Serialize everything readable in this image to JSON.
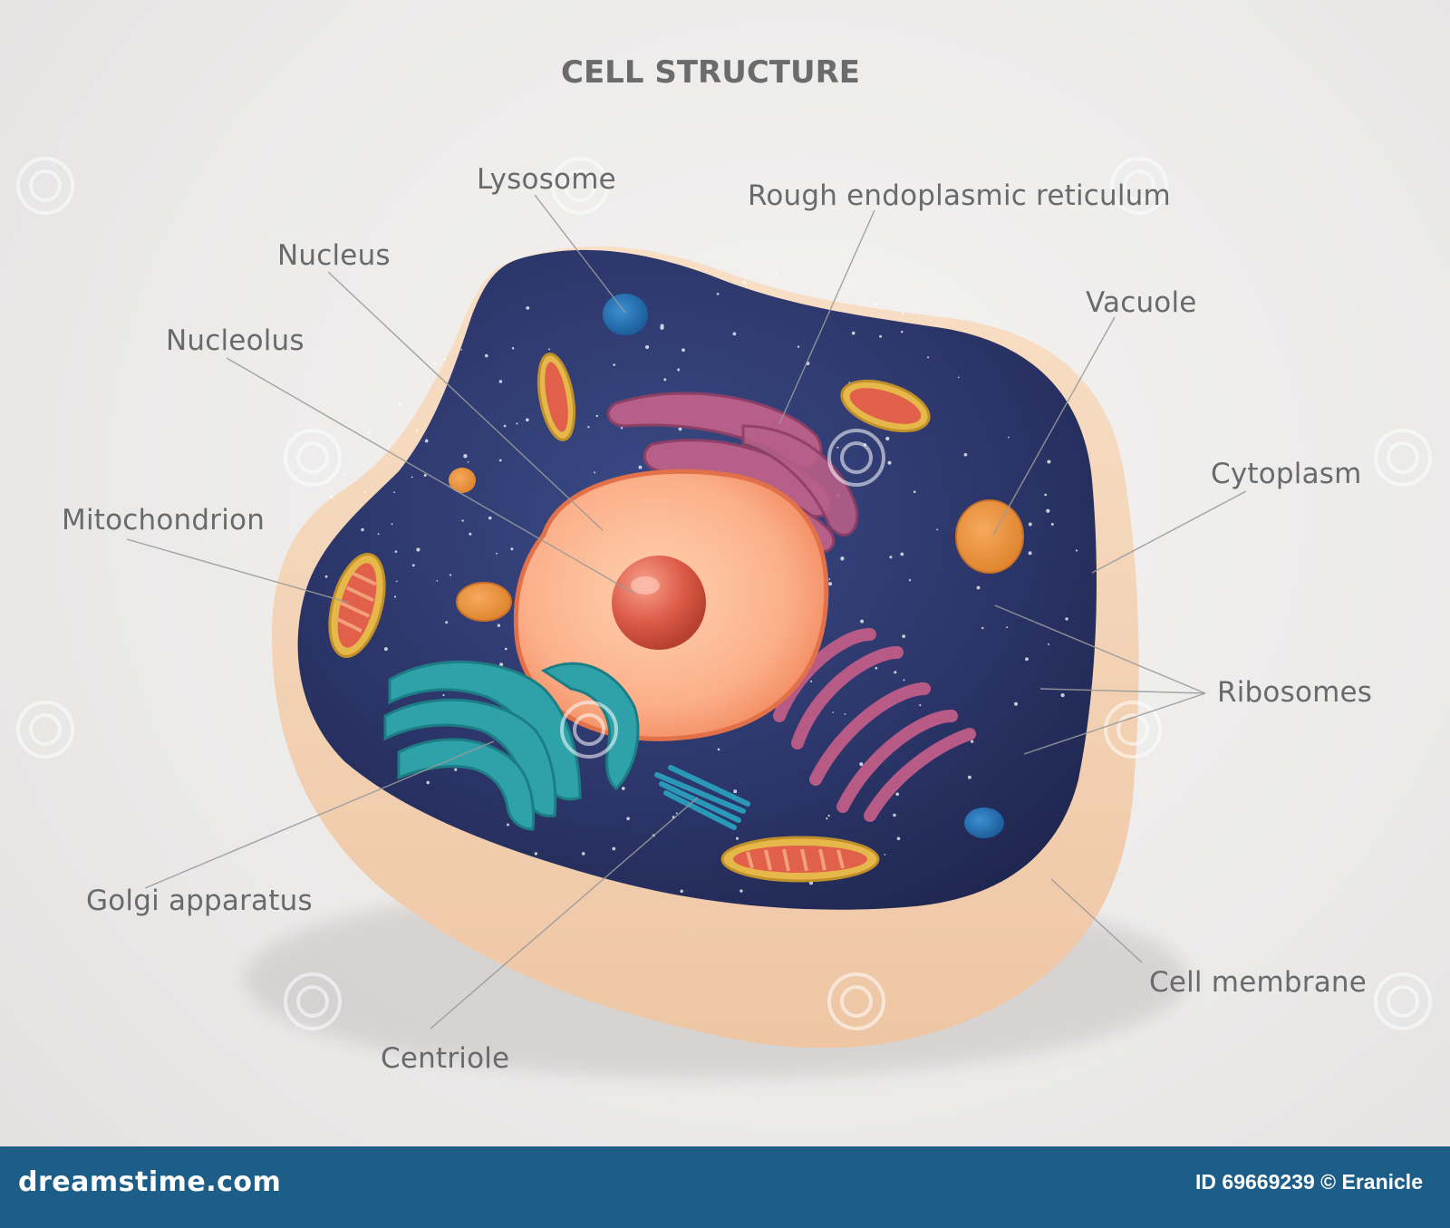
{
  "title": "CELL STRUCTURE",
  "labels": {
    "lysosome": "Lysosome",
    "rough_er": "Rough endoplasmic reticulum",
    "nucleus": "Nucleus",
    "vacuole": "Vacuole",
    "nucleolus": "Nucleolus",
    "cytoplasm": "Cytoplasm",
    "mitochondrion": "Mitochondrion",
    "ribosomes": "Ribosomes",
    "golgi": "Golgi apparatus",
    "cell_membrane": "Cell membrane",
    "centriole": "Centriole"
  },
  "watermark": "dreamstime",
  "footer": {
    "brand": "dreamstime.com",
    "credit": "ID 69669239 © Eranicle"
  },
  "colors": {
    "cytoplasm": "#2f3a6e",
    "membrane": "#f2d2b2",
    "nucleus": "#f79a6e",
    "golgi": "#2fa4aa",
    "er": "#b85e86",
    "footer": "#1d5e88"
  }
}
